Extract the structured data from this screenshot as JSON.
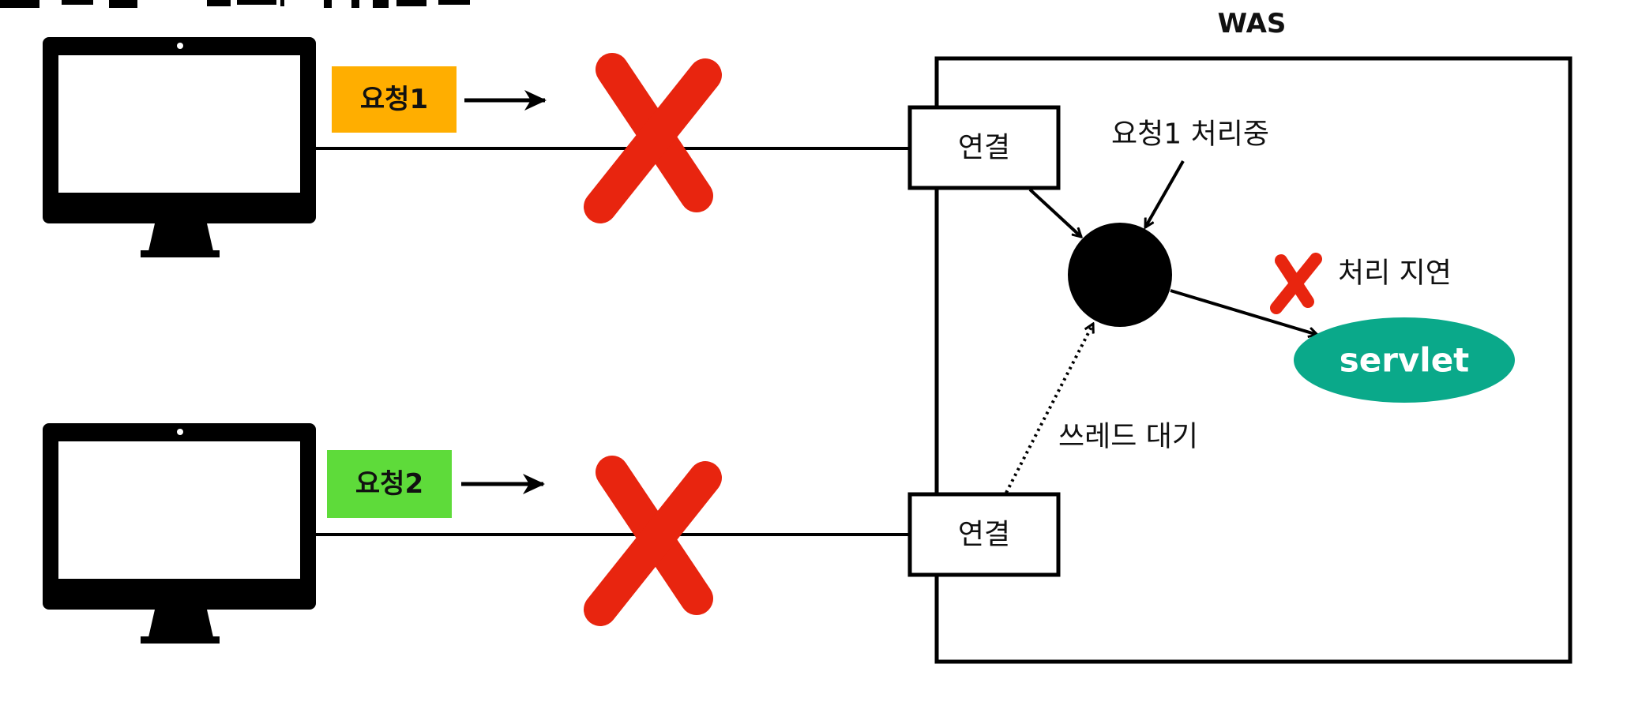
{
  "was": {
    "title": "WAS",
    "connection_labels": [
      "연결",
      "연결"
    ],
    "processing_label": "요청1 처리중",
    "delay_label": "처리 지연",
    "wait_label": "쓰레드 대기",
    "servlet_label": "servlet"
  },
  "requests": [
    {
      "label": "요청1",
      "color": "#FFAE00"
    },
    {
      "label": "요청2",
      "color": "#5EDB3A"
    }
  ],
  "colors": {
    "cross": "#E8250F",
    "servlet": "#0AA98A",
    "stroke": "#000000"
  }
}
